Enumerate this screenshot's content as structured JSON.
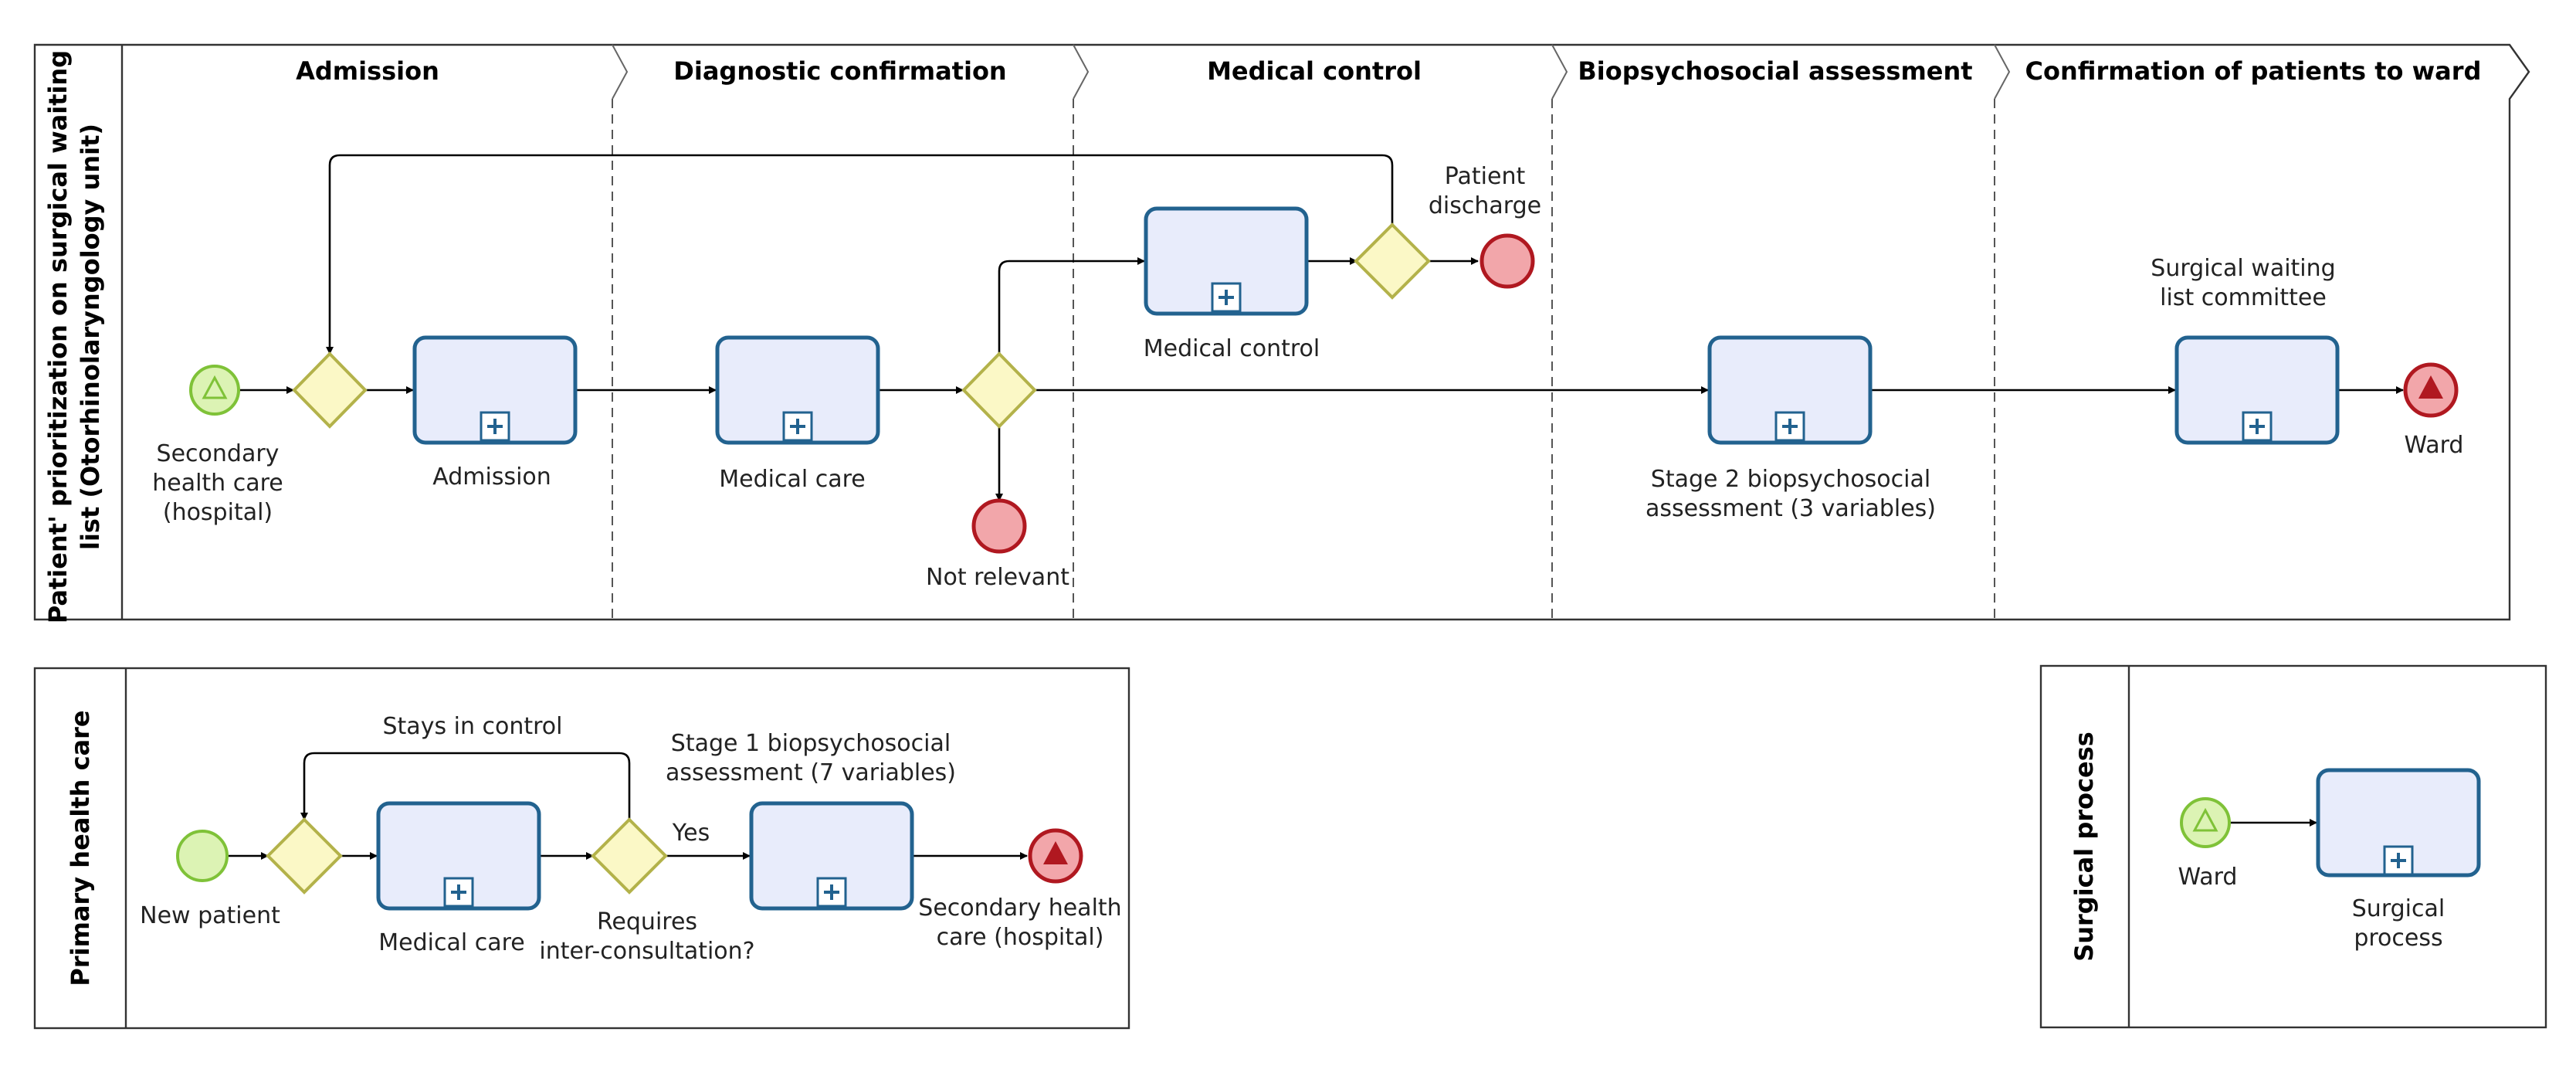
{
  "pools": {
    "main": {
      "title_line1": "Patient' prioritization on surgical waiting",
      "title_line2": "list (Otorhinolaryngology unit)",
      "phases": [
        "Admission",
        "Diagnostic confirmation",
        "Medical control",
        "Biopsychosocial assessment",
        "Confirmation of patients to ward"
      ]
    },
    "primary": {
      "title": "Primary health care"
    },
    "surgical": {
      "title": "Surgical process"
    }
  },
  "main_labels": {
    "start_line1": "Secondary",
    "start_line2": "health care",
    "start_line3": "(hospital)",
    "admission": "Admission",
    "medical_care": "Medical care",
    "medical_control": "Medical control",
    "patient_discharge_line1": "Patient",
    "patient_discharge_line2": "discharge",
    "not_relevant": "Not relevant",
    "stage2_line1": "Stage 2 biopsychosocial",
    "stage2_line2": "assessment (3 variables)",
    "committee_line1": "Surgical waiting",
    "committee_line2": "list committee",
    "ward": "Ward"
  },
  "primary_labels": {
    "new_patient": "New patient",
    "stays_in_control": "Stays in control",
    "medical_care": "Medical care",
    "requires_line1": "Requires",
    "requires_line2": "inter-consultation?",
    "yes": "Yes",
    "stage1_line1": "Stage 1 biopsychosocial",
    "stage1_line2": "assessment (7 variables)",
    "secondary_line1": "Secondary health",
    "secondary_line2": "care (hospital)"
  },
  "surgical_labels": {
    "ward": "Ward",
    "surgical_line1": "Surgical",
    "surgical_line2": "process"
  },
  "colors": {
    "task_fill": "#e8ecfb",
    "task_stroke": "#22628f",
    "gateway_fill": "#fbf8c6",
    "start_fill": "#dcf3b4",
    "end_fill": "#f2a6aa",
    "end_stroke": "#b01820"
  }
}
